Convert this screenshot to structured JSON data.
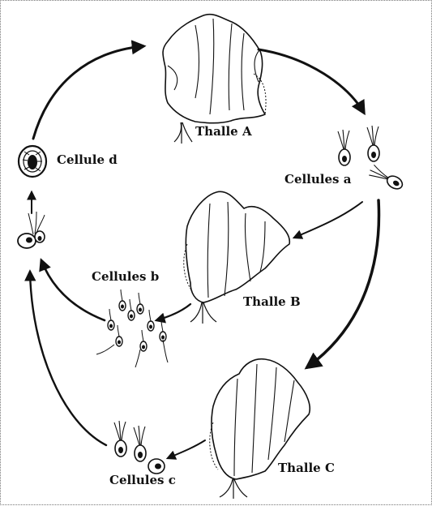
{
  "labels": {
    "thalle_a": "Thalle A",
    "thalle_b": "Thalle B",
    "thalle_c": "Thalle C",
    "cellules_a": "Cellules a",
    "cellules_b": "Cellules b",
    "cellules_c": "Cellules c",
    "cellule_d": "Cellule d"
  },
  "colors": {
    "ink": "#111111",
    "paper": "#ffffff"
  }
}
